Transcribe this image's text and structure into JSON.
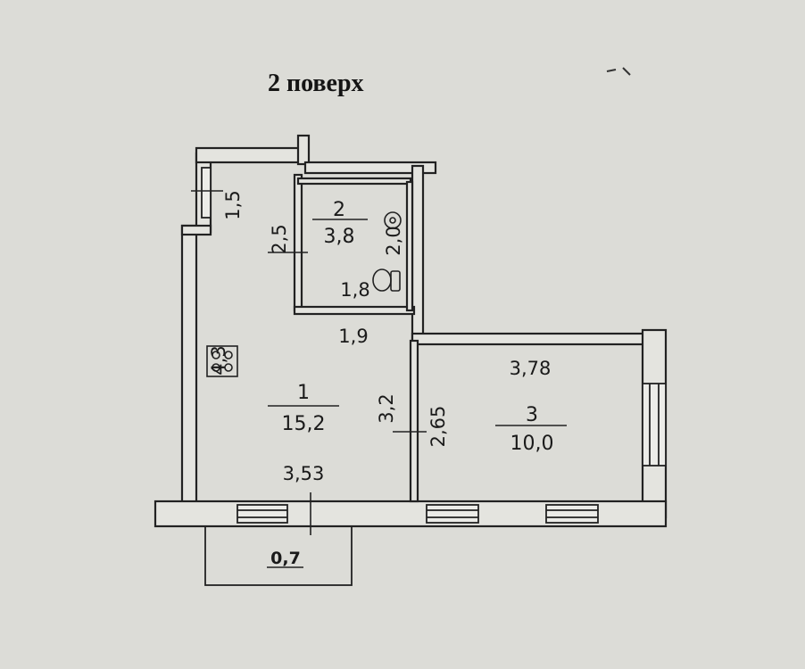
{
  "title": "2 поверх",
  "rooms": [
    {
      "number": "1",
      "area": "15,2"
    },
    {
      "number": "2",
      "area": "3,8"
    },
    {
      "number": "3",
      "area": "10,0"
    }
  ],
  "dimensions": {
    "d_1_5": "1,5",
    "d_2_5": "2,5",
    "d_2_0": "2,0",
    "d_1_8": "1,8",
    "d_1_9": "1,9",
    "d_4_3": "4,3",
    "d_3_2": "3,2",
    "d_3_53": "3,53",
    "d_2_65": "2,65",
    "d_3_78": "3,78",
    "d_0_7": "0,7"
  },
  "colors": {
    "paper": "#dcdcd7",
    "line": "#222222",
    "wall_fill": "#e4e4df"
  },
  "icons": [
    "stove-icon",
    "sink-icon",
    "toilet-icon",
    "window-icon"
  ]
}
